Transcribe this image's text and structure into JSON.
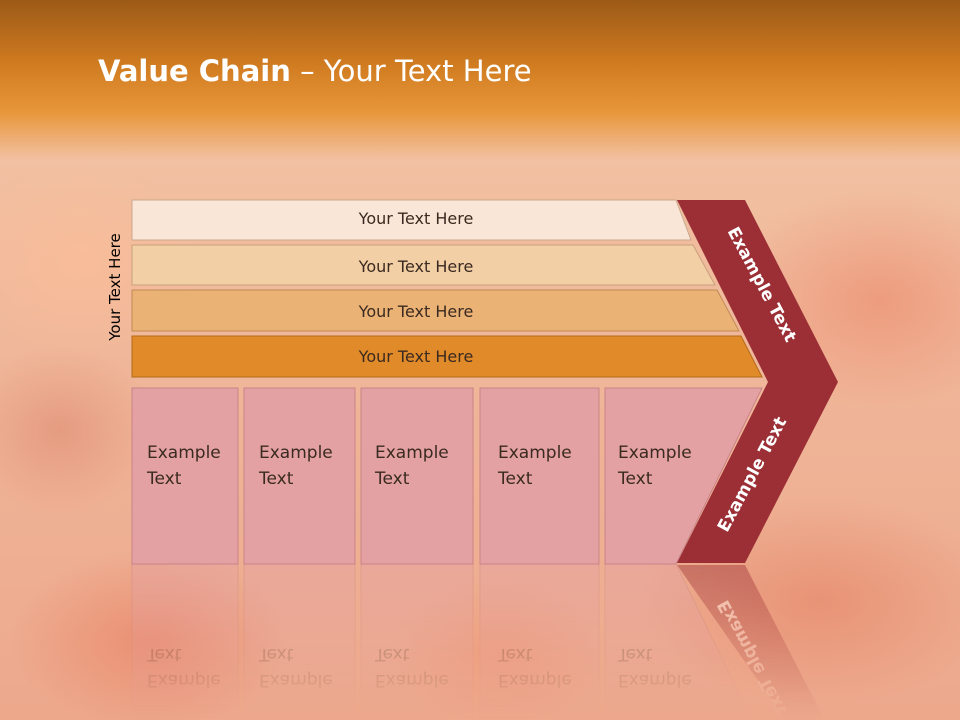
{
  "title": {
    "bold": "Value Chain",
    "rest": " – Your Text Here"
  },
  "side_label": "Your Text Here",
  "bars": [
    {
      "label": "Your Text Here",
      "color": "#f9e6d6"
    },
    {
      "label": "Your Text Here",
      "color": "#f3cfa6"
    },
    {
      "label": "Your Text Here",
      "color": "#ebb276"
    },
    {
      "label": "Your Text Here",
      "color": "#e08a2a"
    }
  ],
  "boxes": [
    {
      "line1": "Example",
      "line2": "Text"
    },
    {
      "line1": "Example",
      "line2": "Text"
    },
    {
      "line1": "Example",
      "line2": "Text"
    },
    {
      "line1": "Example",
      "line2": "Text"
    },
    {
      "line1": "Example",
      "line2": "Text"
    }
  ],
  "chevron": {
    "upper_label": "Example Text",
    "lower_label": "Example Text",
    "color": "#9b2f35"
  },
  "box_color": "#e3a1a3"
}
